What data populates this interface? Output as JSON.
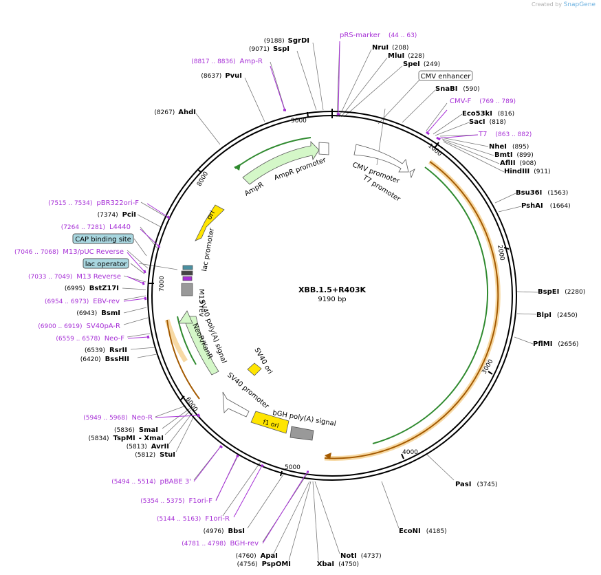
{
  "credit": {
    "prefix": "Created by",
    "brand": "SnapGene"
  },
  "plasmid": {
    "name": "XBB.1.5+R403K",
    "length": "9190 bp"
  },
  "ticks": [
    "1000",
    "2000",
    "3000",
    "4000",
    "5000",
    "6000",
    "7000",
    "8000",
    "9000"
  ],
  "sites_right": [
    {
      "name": "NruI",
      "pos": "(208)"
    },
    {
      "name": "MluI",
      "pos": "(228)"
    },
    {
      "name": "SpeI",
      "pos": "(249)"
    },
    {
      "name": "SnaBI",
      "pos": "(590)"
    },
    {
      "name": "Eco53kI",
      "pos": "(816)"
    },
    {
      "name": "SacI",
      "pos": "(818)"
    },
    {
      "name": "NheI",
      "pos": "(895)"
    },
    {
      "name": "BmtI",
      "pos": "(899)"
    },
    {
      "name": "AflII",
      "pos": "(908)"
    },
    {
      "name": "HindIII",
      "pos": "(911)"
    },
    {
      "name": "Bsu36I",
      "pos": "(1563)"
    },
    {
      "name": "PshAI",
      "pos": "(1664)"
    },
    {
      "name": "BspEI",
      "pos": "(2280)"
    },
    {
      "name": "BlpI",
      "pos": "(2450)"
    },
    {
      "name": "PflMI",
      "pos": "(2656)"
    },
    {
      "name": "PasI",
      "pos": "(3745)"
    },
    {
      "name": "EcoNI",
      "pos": "(4185)"
    },
    {
      "name": "NotI",
      "pos": "(4737)"
    }
  ],
  "sites_left": [
    {
      "name": "SgrDI",
      "pos": "(9188)"
    },
    {
      "name": "SspI",
      "pos": "(9071)"
    },
    {
      "name": "PvuI",
      "pos": "(8637)"
    },
    {
      "name": "AhdI",
      "pos": "(8267)"
    },
    {
      "name": "PciI",
      "pos": "(7374)"
    },
    {
      "name": "BstZ17I",
      "pos": "(6995)"
    },
    {
      "name": "BsmI",
      "pos": "(6943)"
    },
    {
      "name": "RsrII",
      "pos": "(6539)"
    },
    {
      "name": "BssHII",
      "pos": "(6420)"
    },
    {
      "name": "SmaI",
      "pos": "(5836)"
    },
    {
      "name": "TspMI",
      "pos": "(5834)",
      "suffix": "- XmaI"
    },
    {
      "name": "AvrII",
      "pos": "(5813)"
    },
    {
      "name": "StuI",
      "pos": "(5812)"
    },
    {
      "name": "BbsI",
      "pos": "(4976)"
    },
    {
      "name": "ApaI",
      "pos": "(4760)"
    },
    {
      "name": "PspOMI",
      "pos": "(4756)"
    },
    {
      "name": "XbaI",
      "pos": "(4750)"
    }
  ],
  "primers": [
    {
      "name": "pRS-marker",
      "pos": "(44 .. 63)"
    },
    {
      "name": "CMV-F",
      "pos": "(769 .. 789)"
    },
    {
      "name": "T7",
      "pos": "(863 .. 882)"
    },
    {
      "name": "Amp-R",
      "pos": "(8817 .. 8836)"
    },
    {
      "name": "pBR322ori-F",
      "pos": "(7515 .. 7534)"
    },
    {
      "name": "L4440",
      "pos": "(7264 .. 7281)"
    },
    {
      "name": "M13/pUC Reverse",
      "pos": "(7046 .. 7068)"
    },
    {
      "name": "M13 Reverse",
      "pos": "(7033 .. 7049)"
    },
    {
      "name": "EBV-rev",
      "pos": "(6954 .. 6973)"
    },
    {
      "name": "SV40pA-R",
      "pos": "(6900 .. 6919)"
    },
    {
      "name": "Neo-F",
      "pos": "(6559 .. 6578)"
    },
    {
      "name": "Neo-R",
      "pos": "(5949 .. 5968)"
    },
    {
      "name": "pBABE 3'",
      "pos": "(5494 .. 5514)"
    },
    {
      "name": "F1ori-F",
      "pos": "(5354 .. 5375)"
    },
    {
      "name": "F1ori-R",
      "pos": "(5144 .. 5163)"
    },
    {
      "name": "BGH-rev",
      "pos": "(4781 .. 4798)"
    }
  ],
  "boxed_features": {
    "cmv_enhancer": "CMV enhancer",
    "cap": "CAP binding site",
    "lac_operator": "lac operator"
  },
  "features": {
    "cmv_promoter": "CMV promoter",
    "t7_promoter": "T7 promoter",
    "ampr": "AmpR",
    "ampr_promoter": "AmpR promoter",
    "ori": "ori",
    "lac_promoter": "lac promoter",
    "m13_rev": "M13 rev",
    "sv40_polya": "SV40 poly(A) signal",
    "neor": "NeoR/KanR",
    "sv40_ori": "SV40 ori",
    "sv40_promoter": "SV40 promoter",
    "bgh": "bGH poly(A) signal",
    "f1_ori": "f1 ori"
  },
  "colors": {
    "primer": "#a62fd6",
    "orf_green": "#2f8a2f",
    "orange": "#f0a030",
    "arrow_fill": "#d4f7c8"
  }
}
